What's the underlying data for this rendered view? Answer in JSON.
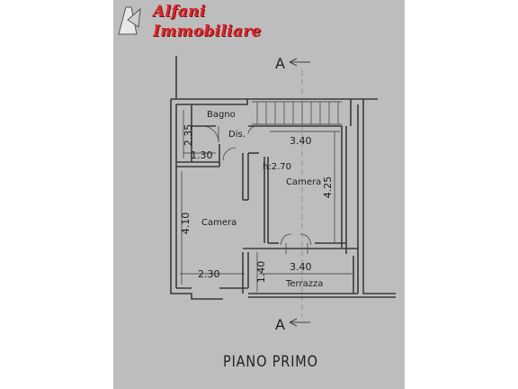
{
  "logo": {
    "line1": "Alfani",
    "line2": "Immobiliare"
  },
  "section_marker": "A",
  "rooms": {
    "bagno": "Bagno",
    "dis": "Dis.",
    "camera_right": "Camera",
    "camera_left": "Camera",
    "terrazza": "Terrazza",
    "height": "h:2.70"
  },
  "dimensions": {
    "bagno_h": "2.35",
    "bagno_w": "1.30",
    "camera_right_w": "3.40",
    "camera_right_h": "4.25",
    "camera_left_h": "4.10",
    "camera_left_w": "2.30",
    "terrazza_h": "1.40",
    "terrazza_w": "3.40"
  },
  "title": "PIANO PRIMO",
  "colors": {
    "logo": "#d8262b",
    "sheet": "#bdbdbd",
    "wall": "#3a3a3a"
  }
}
